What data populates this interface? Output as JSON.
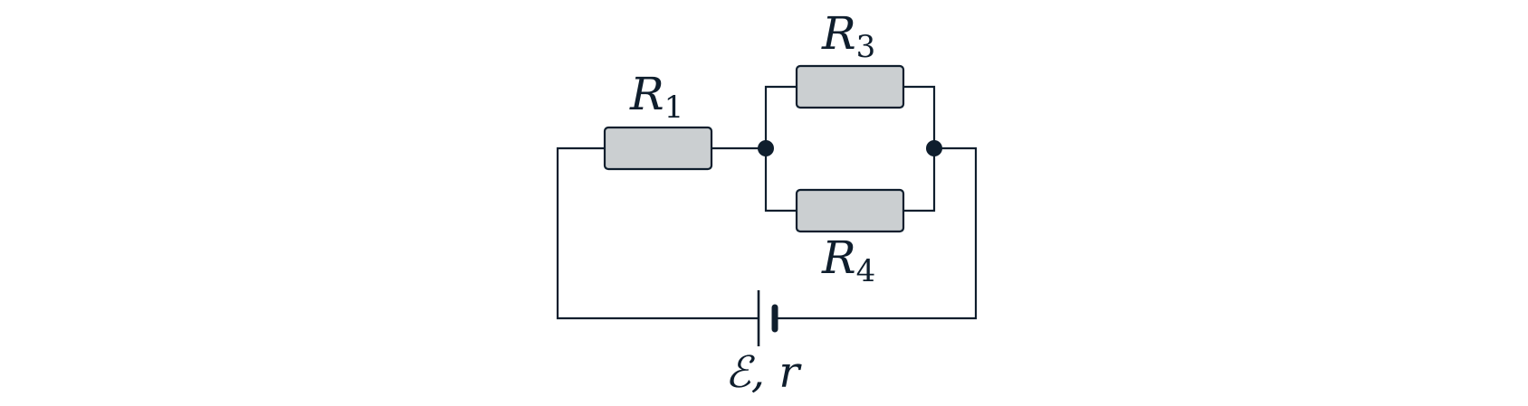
{
  "labels": {
    "r1": {
      "main": "R",
      "sub": "1"
    },
    "r3": {
      "main": "R",
      "sub": "3"
    },
    "r4": {
      "main": "R",
      "sub": "4"
    },
    "source": "ℰ, r"
  },
  "colors": {
    "wire": "#0f1e2d",
    "resistor_fill": "#cbcfd1",
    "background": "#ffffff"
  },
  "icons": {
    "battery": "battery-symbol-icon",
    "junction": "junction-node-icon"
  }
}
